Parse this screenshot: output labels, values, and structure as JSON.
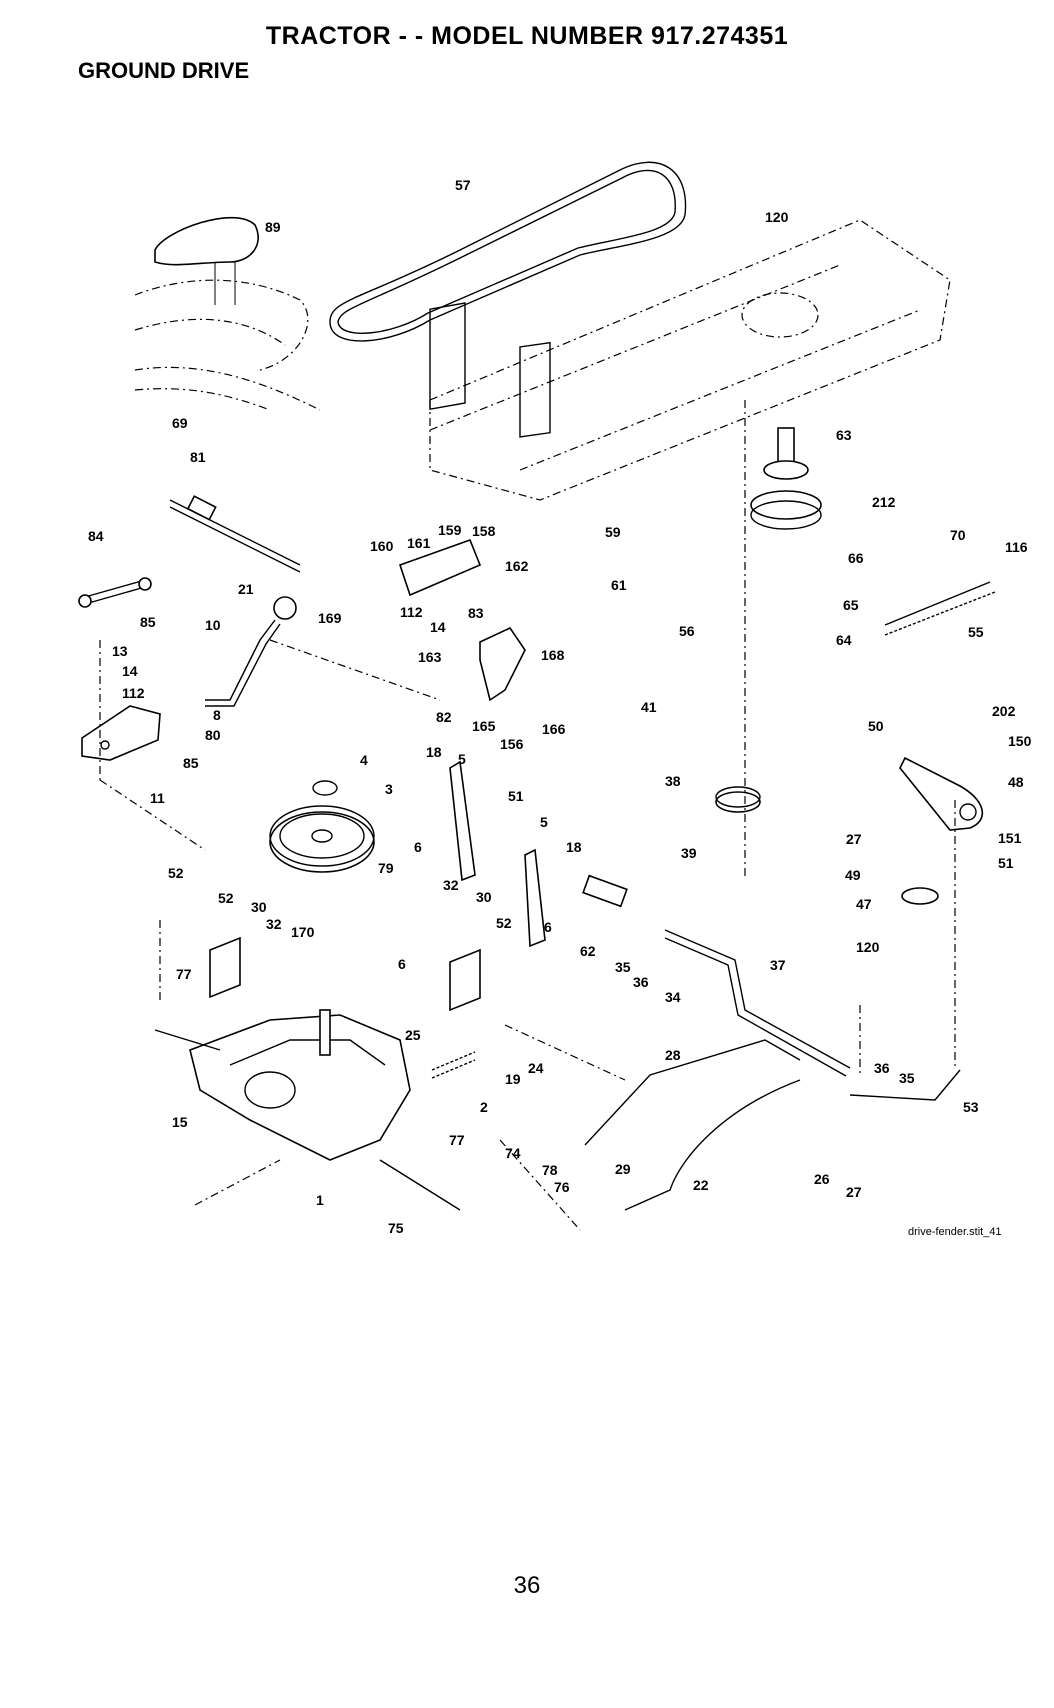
{
  "header": {
    "title": "TRACTOR - - MODEL NUMBER  917.274351",
    "section": "GROUND DRIVE"
  },
  "diagram": {
    "file_reference": "drive-fender.stit_41",
    "callouts": [
      {
        "id": "c57",
        "text": "57"
      },
      {
        "id": "c120a",
        "text": "120"
      },
      {
        "id": "c89",
        "text": "89"
      },
      {
        "id": "c69",
        "text": "69"
      },
      {
        "id": "c81",
        "text": "81"
      },
      {
        "id": "c84",
        "text": "84"
      },
      {
        "id": "c63",
        "text": "63"
      },
      {
        "id": "c212",
        "text": "212"
      },
      {
        "id": "c70",
        "text": "70"
      },
      {
        "id": "c116",
        "text": "116"
      },
      {
        "id": "c160",
        "text": "160"
      },
      {
        "id": "c161",
        "text": "161"
      },
      {
        "id": "c159",
        "text": "159"
      },
      {
        "id": "c158",
        "text": "158"
      },
      {
        "id": "c162",
        "text": "162"
      },
      {
        "id": "c59",
        "text": "59"
      },
      {
        "id": "c66",
        "text": "66"
      },
      {
        "id": "c61",
        "text": "61"
      },
      {
        "id": "c21",
        "text": "21"
      },
      {
        "id": "c169",
        "text": "169"
      },
      {
        "id": "c112a",
        "text": "112"
      },
      {
        "id": "c83",
        "text": "83"
      },
      {
        "id": "c14a",
        "text": "14"
      },
      {
        "id": "c65",
        "text": "65"
      },
      {
        "id": "c55",
        "text": "55"
      },
      {
        "id": "c85a",
        "text": "85"
      },
      {
        "id": "c10",
        "text": "10"
      },
      {
        "id": "c163",
        "text": "163"
      },
      {
        "id": "c168",
        "text": "168"
      },
      {
        "id": "c56",
        "text": "56"
      },
      {
        "id": "c64",
        "text": "64"
      },
      {
        "id": "c13",
        "text": "13"
      },
      {
        "id": "c14b",
        "text": "14"
      },
      {
        "id": "c112b",
        "text": "112"
      },
      {
        "id": "c8",
        "text": "8"
      },
      {
        "id": "c82",
        "text": "82"
      },
      {
        "id": "c165",
        "text": "165"
      },
      {
        "id": "c166",
        "text": "166"
      },
      {
        "id": "c41",
        "text": "41"
      },
      {
        "id": "c50",
        "text": "50"
      },
      {
        "id": "c202",
        "text": "202"
      },
      {
        "id": "c80",
        "text": "80"
      },
      {
        "id": "c156",
        "text": "156"
      },
      {
        "id": "c150",
        "text": "150"
      },
      {
        "id": "c85b",
        "text": "85"
      },
      {
        "id": "c18a",
        "text": "18"
      },
      {
        "id": "c5a",
        "text": "5"
      },
      {
        "id": "c4",
        "text": "4"
      },
      {
        "id": "c48",
        "text": "48"
      },
      {
        "id": "c38",
        "text": "38"
      },
      {
        "id": "c11",
        "text": "11"
      },
      {
        "id": "c3",
        "text": "3"
      },
      {
        "id": "c51a",
        "text": "51"
      },
      {
        "id": "c5b",
        "text": "5"
      },
      {
        "id": "c27a",
        "text": "27"
      },
      {
        "id": "c151",
        "text": "151"
      },
      {
        "id": "c6a",
        "text": "6"
      },
      {
        "id": "c18b",
        "text": "18"
      },
      {
        "id": "c39",
        "text": "39"
      },
      {
        "id": "c51b",
        "text": "51"
      },
      {
        "id": "c79",
        "text": "79"
      },
      {
        "id": "c49",
        "text": "49"
      },
      {
        "id": "c52a",
        "text": "52"
      },
      {
        "id": "c32a",
        "text": "32"
      },
      {
        "id": "c30a",
        "text": "30"
      },
      {
        "id": "c47",
        "text": "47"
      },
      {
        "id": "c52b",
        "text": "52"
      },
      {
        "id": "c30b",
        "text": "30"
      },
      {
        "id": "c52c",
        "text": "52"
      },
      {
        "id": "c6b",
        "text": "6"
      },
      {
        "id": "c62",
        "text": "62"
      },
      {
        "id": "c32b",
        "text": "32"
      },
      {
        "id": "c170",
        "text": "170"
      },
      {
        "id": "c120b",
        "text": "120"
      },
      {
        "id": "c35a",
        "text": "35"
      },
      {
        "id": "c36a",
        "text": "36"
      },
      {
        "id": "c34",
        "text": "34"
      },
      {
        "id": "c37",
        "text": "37"
      },
      {
        "id": "c77a",
        "text": "77"
      },
      {
        "id": "c6c",
        "text": "6"
      },
      {
        "id": "c25",
        "text": "25"
      },
      {
        "id": "c24",
        "text": "24"
      },
      {
        "id": "c19",
        "text": "19"
      },
      {
        "id": "c28",
        "text": "28"
      },
      {
        "id": "c36b",
        "text": "36"
      },
      {
        "id": "c35b",
        "text": "35"
      },
      {
        "id": "c15",
        "text": "15"
      },
      {
        "id": "c2",
        "text": "2"
      },
      {
        "id": "c53",
        "text": "53"
      },
      {
        "id": "c77b",
        "text": "77"
      },
      {
        "id": "c74",
        "text": "74"
      },
      {
        "id": "c78",
        "text": "78"
      },
      {
        "id": "c29",
        "text": "29"
      },
      {
        "id": "c76",
        "text": "76"
      },
      {
        "id": "c22",
        "text": "22"
      },
      {
        "id": "c26",
        "text": "26"
      },
      {
        "id": "c27b",
        "text": "27"
      },
      {
        "id": "c1",
        "text": "1"
      },
      {
        "id": "c75",
        "text": "75"
      }
    ]
  },
  "footer": {
    "page_number": "36"
  }
}
